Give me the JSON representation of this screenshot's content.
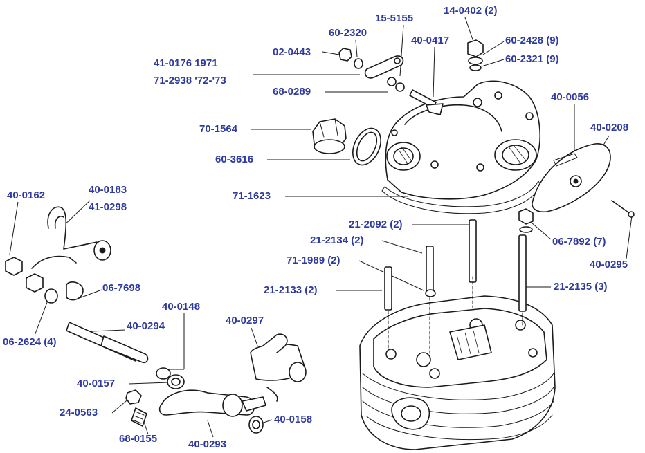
{
  "parts": [
    {
      "id": "p1",
      "number": "14-0402  (2)"
    },
    {
      "id": "p2",
      "number": "15-5155"
    },
    {
      "id": "p3",
      "number": "60-2320"
    },
    {
      "id": "p4",
      "number": "40-0417"
    },
    {
      "id": "p5",
      "number": "60-2428  (9)"
    },
    {
      "id": "p6",
      "number": "02-0443"
    },
    {
      "id": "p7",
      "number": "60-2321  (9)"
    },
    {
      "id": "p8",
      "number": "41-0176 1971"
    },
    {
      "id": "p9",
      "number": "71-2938 '72-'73"
    },
    {
      "id": "p10",
      "number": "68-0289"
    },
    {
      "id": "p11",
      "number": "40-0056"
    },
    {
      "id": "p12",
      "number": "70-1564"
    },
    {
      "id": "p13",
      "number": "40-0208"
    },
    {
      "id": "p14",
      "number": "60-3616"
    },
    {
      "id": "p15",
      "number": "40-0162"
    },
    {
      "id": "p16",
      "number": "40-0183"
    },
    {
      "id": "p17",
      "number": "71-1623"
    },
    {
      "id": "p18",
      "number": "41-0298"
    },
    {
      "id": "p19",
      "number": "21-2092 (2)"
    },
    {
      "id": "p20",
      "number": "06-7892 (7)"
    },
    {
      "id": "p21",
      "number": "21-2134 (2)"
    },
    {
      "id": "p22",
      "number": "71-1989 (2)"
    },
    {
      "id": "p23",
      "number": "40-0295"
    },
    {
      "id": "p24",
      "number": "06-7698"
    },
    {
      "id": "p25",
      "number": "21-2133 (2)"
    },
    {
      "id": "p26",
      "number": "21-2135  (3)"
    },
    {
      "id": "p27",
      "number": "40-0148"
    },
    {
      "id": "p28",
      "number": "40-0294"
    },
    {
      "id": "p29",
      "number": "40-0297"
    },
    {
      "id": "p30",
      "number": "06-2624 (4)"
    },
    {
      "id": "p31",
      "number": "40-0157"
    },
    {
      "id": "p32",
      "number": "24-0563"
    },
    {
      "id": "p33",
      "number": "40-0158"
    },
    {
      "id": "p34",
      "number": "68-0155"
    },
    {
      "id": "p35",
      "number": "40-0293"
    }
  ],
  "colors": {
    "label": "#2e3a9e",
    "ink": "#1a1a1a",
    "background": "#ffffff"
  }
}
